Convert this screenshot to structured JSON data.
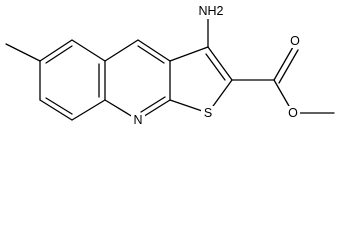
{
  "molecule": {
    "atom_labels": {
      "amino": "NH2",
      "ring_nitrogen": "N",
      "ring_sulfur": "S",
      "carbonyl_oxygen": "O",
      "ester_oxygen": "O"
    },
    "bond_color": "#000000",
    "background_color": "#ffffff"
  }
}
